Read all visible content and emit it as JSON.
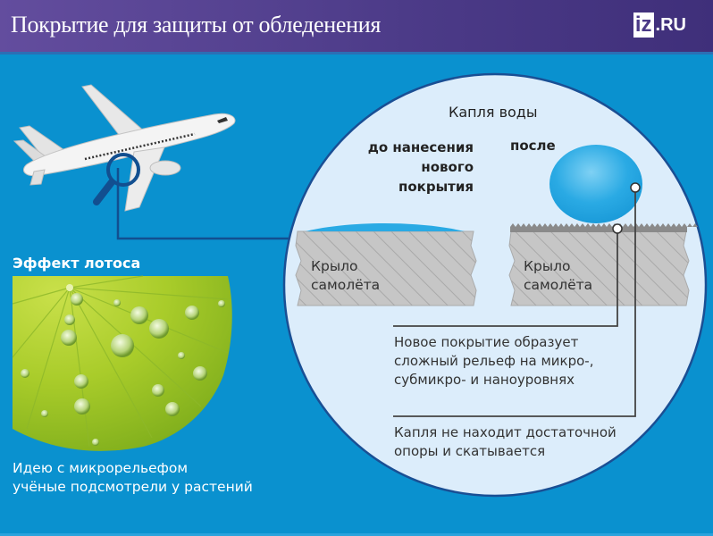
{
  "header": {
    "title": "Покрытие для защиты от обледенения",
    "logo_box": "iz",
    "logo_text": ".RU"
  },
  "colors": {
    "header_bg": "#4b3a87",
    "background": "#0a91cf",
    "circle_fill": "#dcedfb",
    "circle_stroke": "#1a4f94",
    "drop": "#29a9e3",
    "wing": "#c9c9c9"
  },
  "lotus": {
    "title": "Эффект лотоса",
    "caption_line1": "Идею с микрорельефом",
    "caption_line2": "учёные подсмотрели у растений"
  },
  "diagram": {
    "heading": "Капля воды",
    "before_line1": "до нанесения",
    "before_line2": "нового покрытия",
    "after": "после",
    "wing_left_line1": "Крыло",
    "wing_left_line2": "самолёта",
    "wing_right_line1": "Крыло",
    "wing_right_line2": "самолёта",
    "note1_line1": "Новое покрытие образует",
    "note1_line2": "сложный рельеф на микро-,",
    "note1_line3": "субмикро- и наноуровнях",
    "note2_line1": "Капля не находит достаточной",
    "note2_line2": "опоры и скатывается"
  }
}
